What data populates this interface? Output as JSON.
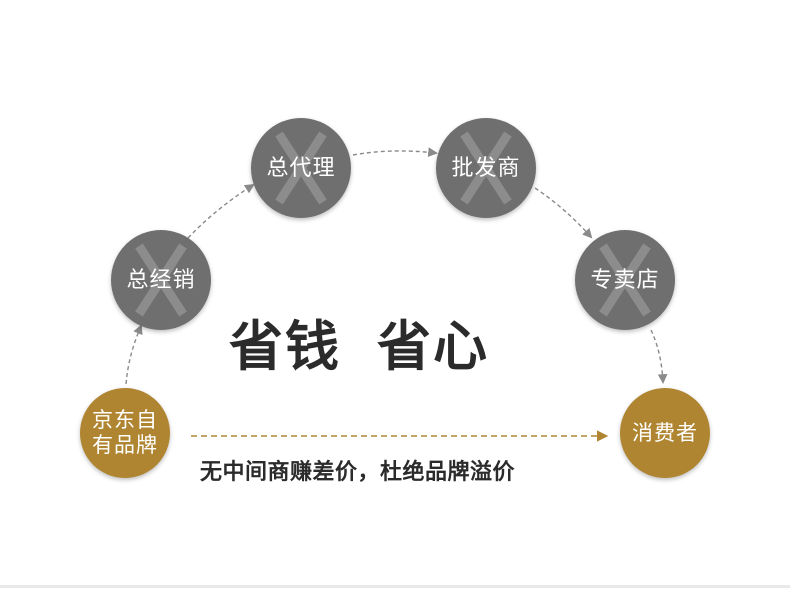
{
  "slogan": {
    "part1": "省钱",
    "part2": "省心"
  },
  "caption": "无中间商赚差价，杜绝品牌溢价",
  "nodes": {
    "zongjingxiao": {
      "label": "总经销"
    },
    "zongdaili": {
      "label": "总代理"
    },
    "pifashang": {
      "label": "批发商"
    },
    "zhuanmaidian": {
      "label": "专卖店"
    },
    "brand": {
      "line1": "京东自",
      "line2": "有品牌"
    },
    "consumer": {
      "label": "消费者"
    }
  },
  "colors": {
    "gray_circle": "#6f6f6f",
    "gold_circle": "#b08531",
    "gray_arrow": "#8a8a8a",
    "gold_arrow": "#b08531",
    "text_dark": "#2b2b2b"
  },
  "icons": {
    "crossed_out": "x-mark-icon"
  }
}
